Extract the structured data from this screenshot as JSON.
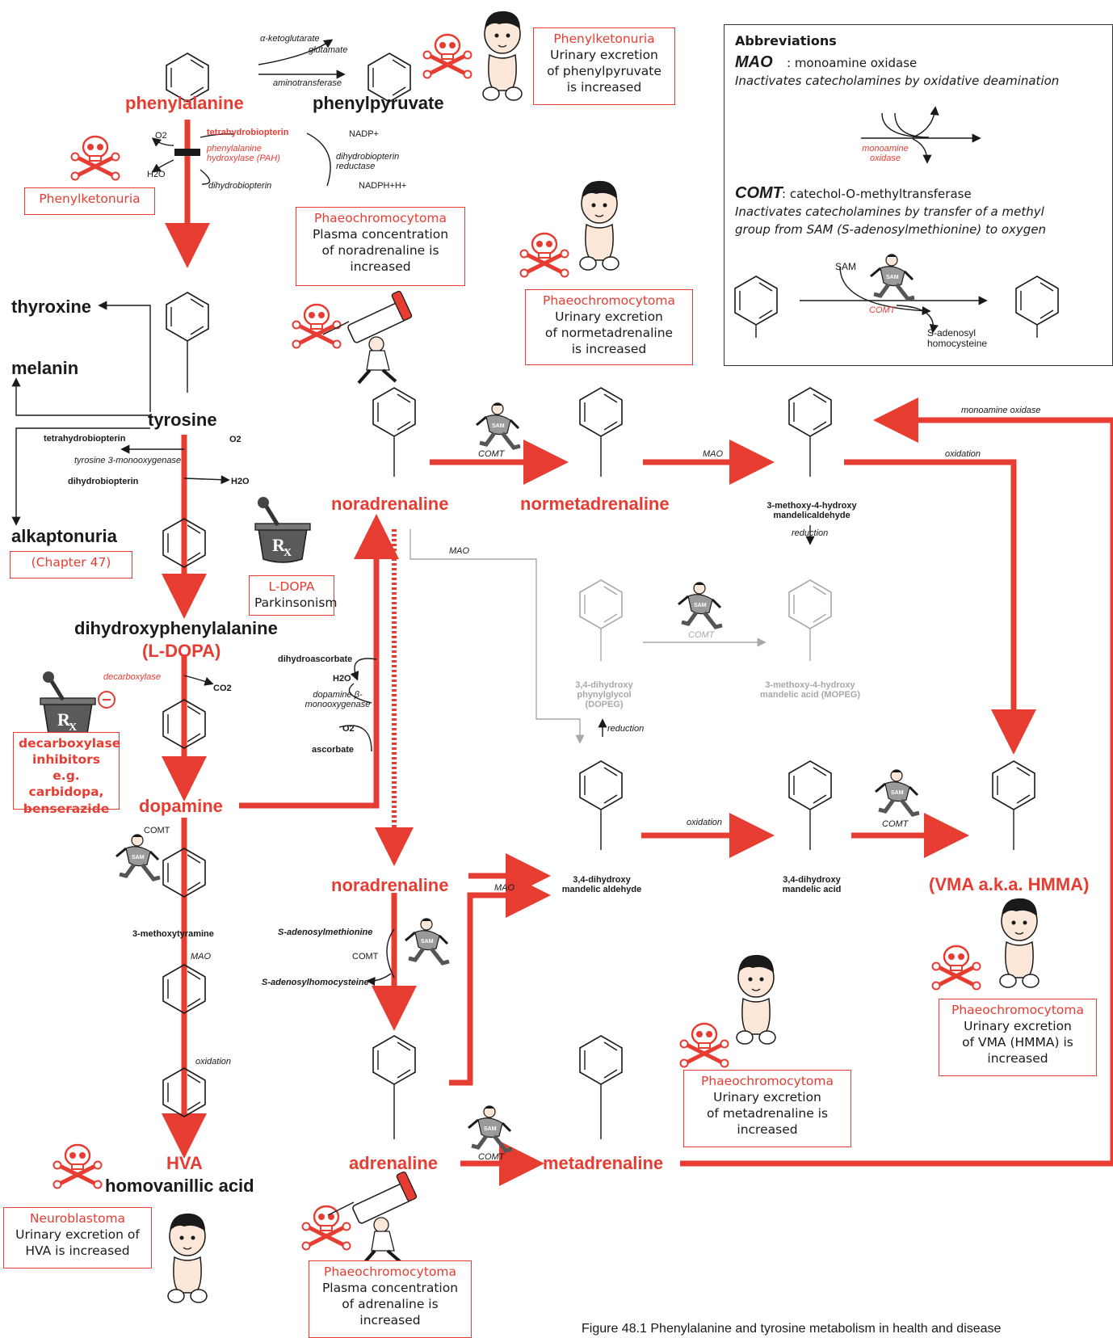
{
  "compounds": {
    "phenylalanine": "phenylalanine",
    "phenylpyruvate": "phenylpyruvate",
    "thyroxine": "thyroxine",
    "melanin": "melanin",
    "tyrosine": "tyrosine",
    "alkaptonuria": "alkaptonuria",
    "chapter47": "(Chapter 47)",
    "dihydroxyphenylalanine": "dihydroxyphenylalanine",
    "ldopa": "(L-DOPA)",
    "dopamine": "dopamine",
    "methoxytyramine": "3-methoxytyramine",
    "hva": "HVA",
    "homovanillic": "homovanillic acid",
    "noradrenaline": "noradrenaline",
    "noradrenaline2": "noradrenaline",
    "normetadrenaline": "normetadrenaline",
    "adrenaline": "adrenaline",
    "metadrenaline": "metadrenaline",
    "vma": "(VMA a.k.a. HMMA)",
    "mhm_aldehyde": "3-methoxy-4-hydroxy mandelicaldehyde",
    "dopeg": "3,4-dihydroxy phynylglycol (DOPEG)",
    "mopeg": "3-methoxy-4-hydroxy mandelic acid (MOPEG)",
    "dhm_aldehyde": "3,4-dihydroxy mandelic aldehyde",
    "dhm_acid": "3,4-dihydroxy mandelic acid"
  },
  "reactions": {
    "aketoglutarate": "α-ketoglutarate",
    "glutamate": "glutamate",
    "aminotransferase": "aminotransferase",
    "o2": "O2",
    "h2o": "H2O",
    "tetrahydrobiopterin": "tetrahydrobiopterin",
    "pah": "phenylalanine hydroxylase (PAH)",
    "dihydrobiopterin": "dihydrobiopterin",
    "nadp": "NADP+",
    "nadph": "NADPH+H+",
    "dhb_reductase": "dihydrobiopterin reductase",
    "tyr_monooxygenase": "tyrosine 3-monooxygenase",
    "decarboxylase": "decarboxylase",
    "co2": "CO2",
    "dihydroascorbate": "dihydroascorbate",
    "dbh": "dopamine β-monooxygenase",
    "ascorbate": "ascorbate",
    "comt": "COMT",
    "mao": "MAO",
    "oxidation": "oxidation",
    "reduction": "reduction",
    "monoamine_oxidase": "monoamine oxidase",
    "sam": "S-adenosylmethionine",
    "sah": "S-adenosylhomocysteine"
  },
  "boxes": {
    "pku1": {
      "title": "Phenylketonuria",
      "body": [
        "Urinary excretion",
        "of phenylpyruvate",
        "is increased"
      ]
    },
    "pku2": {
      "title": "Phenylketonuria",
      "body": []
    },
    "phaeo_plasma_na": {
      "title": "Phaeochromocytoma",
      "body": [
        "Plasma concentration",
        "of noradrenaline is",
        "increased"
      ]
    },
    "phaeo_urine_nmn": {
      "title": "Phaeochromocytoma",
      "body": [
        "Urinary excretion",
        "of normetadrenaline",
        "is increased"
      ]
    },
    "ldopa": {
      "title": "L-DOPA",
      "body": [
        "Parkinsonism"
      ]
    },
    "decarb_inh": {
      "title": "decarboxylase inhibitors e.g. carbidopa, benserazide",
      "body": []
    },
    "neuro": {
      "title": "Neuroblastoma",
      "body": [
        "Urinary excretion of",
        "HVA is increased"
      ]
    },
    "phaeo_plasma_adr": {
      "title": "Phaeochromocytoma",
      "body": [
        "Plasma concentration",
        "of adrenaline is",
        "increased"
      ]
    },
    "phaeo_urine_mn": {
      "title": "Phaeochromocytoma",
      "body": [
        "Urinary excretion",
        "of metadrenaline is",
        "increased"
      ]
    },
    "phaeo_urine_vma": {
      "title": "Phaeochromocytoma",
      "body": [
        "Urinary excretion",
        "of VMA (HMMA) is",
        "increased"
      ]
    }
  },
  "abbreviations": {
    "heading": "Abbreviations",
    "mao_abbr": "MAO",
    "mao_def": ": monoamine oxidase",
    "mao_desc": "Inactivates catecholamines by oxidative deamination",
    "mao_enzyme": "monoamine oxidase",
    "comt_abbr": "COMT",
    "comt_def": ": catechol-O-methyltransferase",
    "comt_desc1": "Inactivates catecholamines by transfer of a methyl",
    "comt_desc2": "group from SAM (S-adenosylmethionine) to oxygen",
    "sam": "SAM",
    "comt_enzyme": "COMT",
    "sah": "S-adenosyl homocysteine"
  },
  "caption": "Figure 48.1 Phenylalanine and tyrosine metabolism in health and disease",
  "colors": {
    "red": "#e63c32",
    "grey": "#a8a8a8",
    "black": "#1a1a1a"
  },
  "icons": [
    "skull-crossbones-icon",
    "syringe-man-icon",
    "sam-runner-icon",
    "mortar-pestle-rx-icon",
    "boy-on-potty-icon"
  ]
}
